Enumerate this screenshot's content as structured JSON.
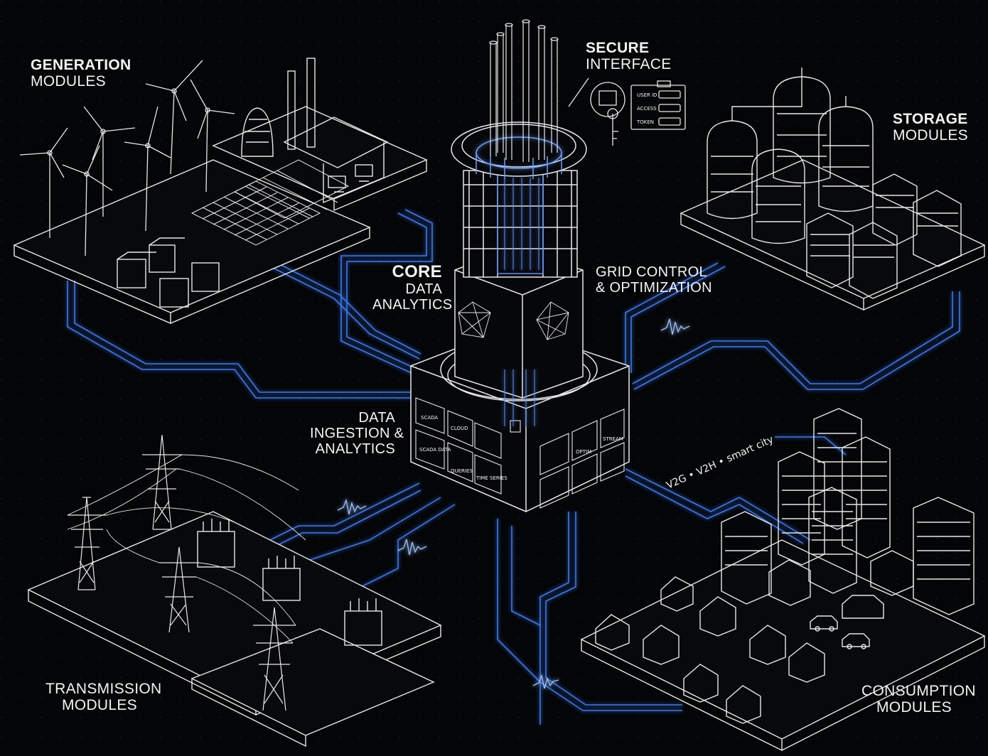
{
  "labels": {
    "generation": {
      "line1": "GENERATION",
      "line2": "MODULES"
    },
    "secure": {
      "line1": "SECURE",
      "line2": "INTERFACE"
    },
    "storage": {
      "line1": "STORAGE",
      "line2": "MODULES"
    },
    "core": {
      "line1": "CORE",
      "line2": "DATA",
      "line3": "ANALYTICS"
    },
    "grid": {
      "line1": "GRID CONTROL",
      "line2": "& OPTIMIZATION"
    },
    "ingestion": {
      "line1": "DATA",
      "line2": "INGESTION &",
      "line3": "ANALYTICS"
    },
    "v2g": "V2G • V2H • smart city",
    "transmission": {
      "line1": "TRANSMISSION",
      "line2": "MODULES"
    },
    "consumption": {
      "line1": "CONSUMPTION",
      "line2": "MODULES"
    }
  },
  "secure_panel": {
    "user_id": "USER ID",
    "access": "ACCESS",
    "token": "TOKEN"
  },
  "core_screens": {
    "scada": "SCADA",
    "cloud": "CLOUD",
    "scada_data": "SCADA DATA",
    "queries": "QUERIES",
    "time_series": "TIME SERIES",
    "optim": "OPTIM",
    "stream": "STREAM"
  },
  "colors": {
    "background": "#040506",
    "line": "#e8e8e8",
    "glow": "#3d7dff"
  }
}
